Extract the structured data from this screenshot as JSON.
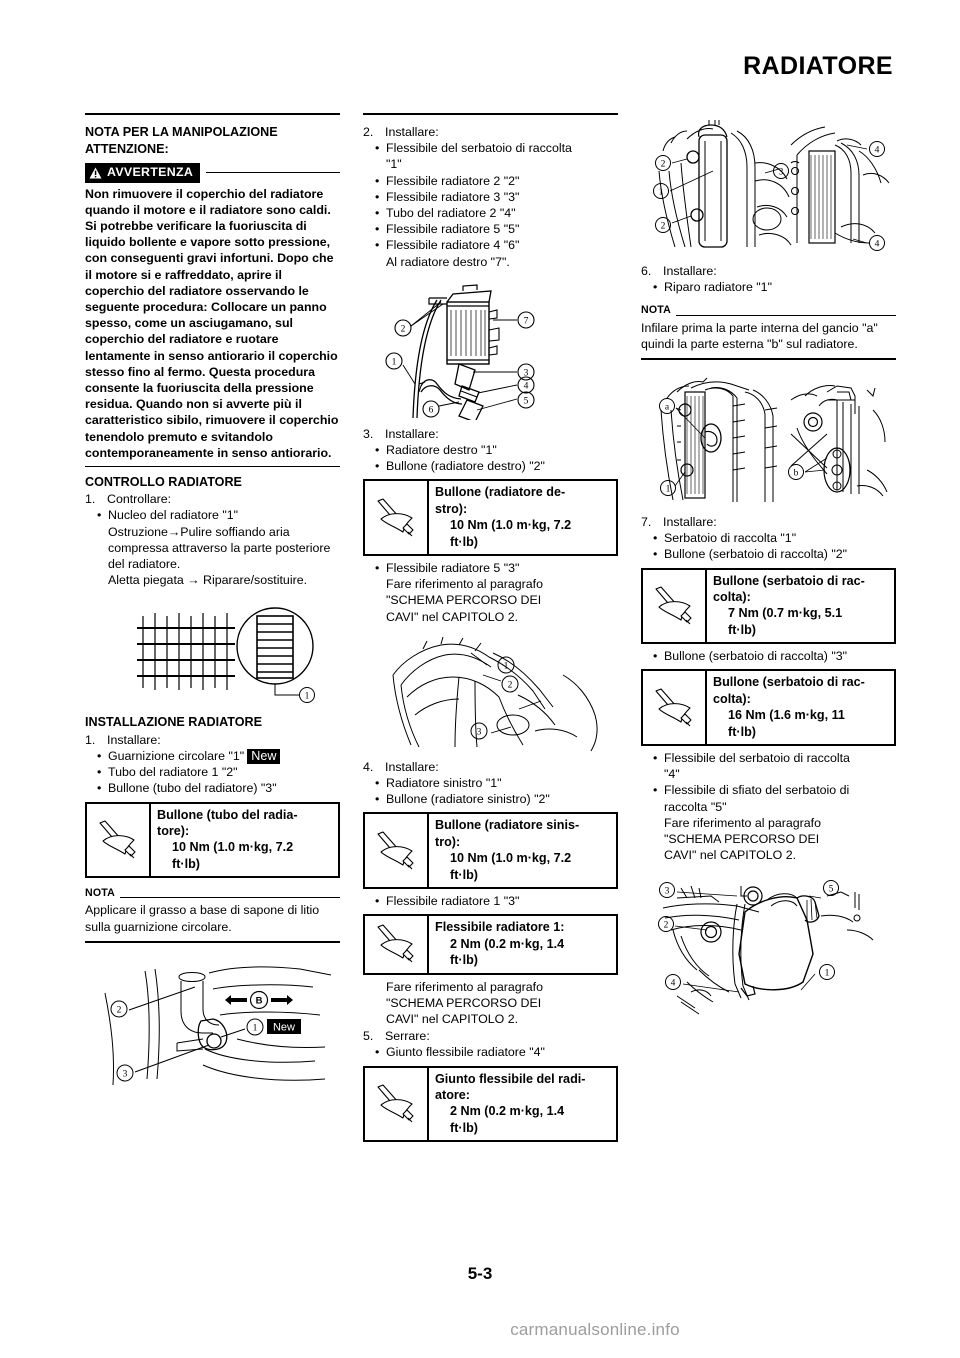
{
  "header": {
    "title": "RADIATORE"
  },
  "footer": {
    "page_number": "5-3",
    "watermark": "carmanualsonline.info"
  },
  "left_column": {
    "handling_note_heading_line1": "NOTA PER LA MANIPOLAZIONE",
    "handling_note_heading_line2": "ATTENZIONE:",
    "warning_badge": "AVVERTENZA",
    "warning_text": "Non rimuovere il coperchio del radiatore quando il motore e il radiatore sono caldi. Si potrebbe verificare la fuoriuscita di liquido bollente e vapore sotto pressione, con conseguenti gravi infortuni. Dopo che il motore si e raffreddato, aprire il coperchio del radiatore osservando le seguente procedura: Collocare un panno spesso, come un asciugamano, sul coperchio del radiatore e ruotare lentamente in senso antiorario il coperchio stesso fino al fermo. Questa procedura consente la fuoriuscita della pressione residua. Quando non si avverte più il caratteristico sibilo, rimuovere il coperchio tenendolo premuto e svitandolo contemporaneamente in senso antiorario.",
    "check_heading": "CONTROLLO RADIATORE",
    "step1_num": "1.",
    "step1_label": "Controllare:",
    "step1_bullet1": "Nucleo del radiatore \"1\"",
    "step1_sub1": "Ostruzione→Pulire soffiando aria compressa attraverso la parte posteriore del radiatore.",
    "step1_sub2": "Aletta piegata → Riparare/sostituire.",
    "install_heading": "INSTALLAZIONE RADIATORE",
    "step1b_num": "1.",
    "step1b_label": "Installare:",
    "step1b_bullet1": "Guarnizione circolare \"1\"",
    "step1b_bullet1_tag": "New",
    "step1b_bullet2": "Tubo del radiatore 1 \"2\"",
    "step1b_bullet3": "Bullone (tubo del radiatore) \"3\"",
    "spec1_title_line1": "Bullone (tubo del radia-",
    "spec1_title_line2": "tore):",
    "spec1_value_line1": "10 Nm (1.0 m·kg, 7.2",
    "spec1_value_line2": "ft·lb)",
    "nota_label": "NOTA",
    "nota_text": "Applicare il grasso a base di sapone di litio sulla guarnizione circolare.",
    "fig_radiator_core_callout": "1",
    "fig_hose_callouts": [
      "2",
      "1",
      "3",
      "B"
    ],
    "fig_hose_newtag": "New"
  },
  "middle_column": {
    "step2_num": "2.",
    "step2_label": "Installare:",
    "step2_bullet1_line1": "Flessibile del serbatoio di raccolta",
    "step2_bullet1_line2": "\"1\"",
    "step2_bullet2": "Flessibile radiatore 2 \"2\"",
    "step2_bullet3": "Flessibile radiatore 3 \"3\"",
    "step2_bullet4": "Tubo del radiatore 2 \"4\"",
    "step2_bullet5": "Flessibile radiatore 5 \"5\"",
    "step2_bullet6": "Flessibile radiatore 4 \"6\"",
    "step2_sub": "Al radiatore destro \"7\".",
    "fig_assembly_callouts": [
      "1",
      "2",
      "3",
      "4",
      "5",
      "6",
      "7"
    ],
    "step3_num": "3.",
    "step3_label": "Installare:",
    "step3_bullet1": "Radiatore destro \"1\"",
    "step3_bullet2": "Bullone (radiatore destro) \"2\"",
    "spec2_title_line1": "Bullone (radiatore de-",
    "spec2_title_line2": "stro):",
    "spec2_value_line1": "10 Nm (1.0 m·kg, 7.2",
    "spec2_value_line2": "ft·lb)",
    "step3_bullet3": "Flessibile radiatore 5 \"3\"",
    "step3_sub_line1": "Fare riferimento al paragrafo",
    "step3_sub_line2": "\"SCHEMA PERCORSO DEI",
    "step3_sub_line3": "CAVI\" nel CAPITOLO 2.",
    "fig_right_radiator_callouts": [
      "1",
      "2",
      "3"
    ],
    "step4_num": "4.",
    "step4_label": "Installare:",
    "step4_bullet1": "Radiatore sinistro \"1\"",
    "step4_bullet2": "Bullone (radiatore sinistro) \"2\"",
    "spec3_title_line1": "Bullone (radiatore sinis-",
    "spec3_title_line2": "tro):",
    "spec3_value_line1": "10 Nm (1.0 m·kg, 7.2",
    "spec3_value_line2": "ft·lb)",
    "step4_bullet3": "Flessibile radiatore 1 \"3\"",
    "spec4_title_line1": "Flessibile radiatore 1:",
    "spec4_value_line1": "2 Nm (0.2 m·kg, 1.4",
    "spec4_value_line2": "ft·lb)",
    "step4_sub_line1": "Fare riferimento al paragrafo",
    "step4_sub_line2": "\"SCHEMA PERCORSO DEI",
    "step4_sub_line3": "CAVI\" nel CAPITOLO 2.",
    "step5_num": "5.",
    "step5_label": "Serrare:",
    "step5_bullet1": "Giunto flessibile radiatore \"4\"",
    "spec5_title_line1": "Giunto flessibile del radi-",
    "spec5_title_line2": "atore:",
    "spec5_value_line1": "2 Nm (0.2 m·kg, 1.4",
    "spec5_value_line2": "ft·lb)"
  },
  "right_column": {
    "fig_top_callouts": [
      "1",
      "2",
      "2",
      "3",
      "4",
      "4",
      "4"
    ],
    "step6_num": "6.",
    "step6_label": "Installare:",
    "step6_bullet1": "Riparo radiatore \"1\"",
    "nota_label": "NOTA",
    "nota_text": "Infilare prima la parte interna del gancio \"a\" quindi la parte esterna \"b\" sul radiatore.",
    "fig_guard_callouts": [
      "a",
      "b",
      "1"
    ],
    "step7_num": "7.",
    "step7_label": "Installare:",
    "step7_bullet1": "Serbatoio di raccolta \"1\"",
    "step7_bullet2": "Bullone (serbatoio di raccolta) \"2\"",
    "spec6_title_line1": "Bullone (serbatoio di rac-",
    "spec6_title_line2": "colta):",
    "spec6_value_line1": "7 Nm (0.7 m·kg, 5.1",
    "spec6_value_line2": "ft·lb)",
    "step7_bullet3": "Bullone (serbatoio di raccolta) \"3\"",
    "spec7_title_line1": "Bullone (serbatoio di rac-",
    "spec7_title_line2": "colta):",
    "spec7_value_line1": "16 Nm (1.6 m·kg, 11",
    "spec7_value_line2": "ft·lb)",
    "step7_bullet4_line1": "Flessibile del serbatoio di raccolta",
    "step7_bullet4_line2": "\"4\"",
    "step7_bullet5_line1": "Flessibile di sfiato del serbatoio di",
    "step7_bullet5_line2": "raccolta \"5\"",
    "step7_sub_line1": "Fare riferimento al paragrafo",
    "step7_sub_line2": "\"SCHEMA PERCORSO DEI",
    "step7_sub_line3": "CAVI\" nel CAPITOLO 2.",
    "fig_reservoir_callouts": [
      "1",
      "2",
      "3",
      "4",
      "5"
    ]
  }
}
